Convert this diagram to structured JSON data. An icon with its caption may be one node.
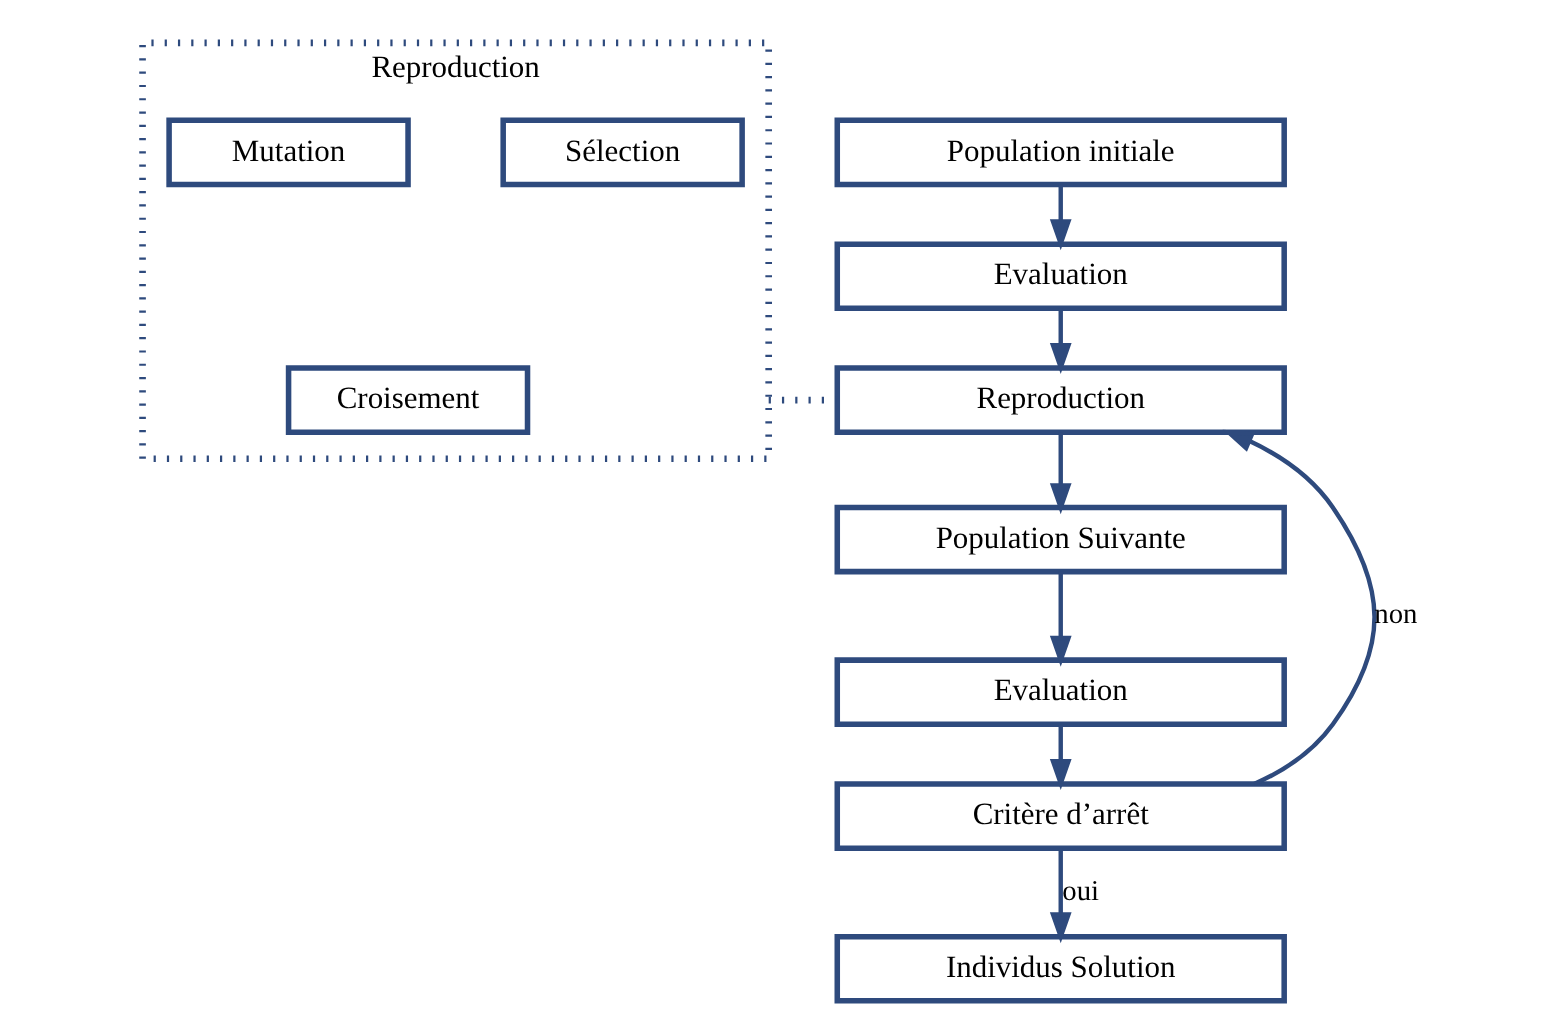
{
  "diagram": {
    "nodes": [
      {
        "text": [
          "Reproduction"
        ]
      },
      {
        "text": [
          "Sélection"
        ],
        "in": 0
      },
      {
        "text": [
          "Croisement"
        ],
        "in": 0
      },
      {
        "text": [
          "Mutation"
        ],
        "in": 0
      },
      {
        "text": [
          "Population initiale"
        ]
      },
      {
        "text": [
          "Evaluation"
        ]
      },
      {
        "text": [
          "Reproduction"
        ]
      },
      {
        "text": [
          "Population Suivante"
        ]
      },
      {
        "text": [
          "Evaluation"
        ]
      },
      {
        "text": [
          "Critère d’arrêt"
        ]
      },
      {
        "text": [
          "Individus Solution"
        ]
      }
    ],
    "edges": [
      {
        "from": 4,
        "to": 5,
        "arrow": "to"
      },
      {
        "from": 5,
        "to": 6,
        "arrow": "to"
      },
      {
        "from": 6,
        "to": 7,
        "arrow": "to"
      },
      {
        "from": 7,
        "to": 8,
        "arrow": "to"
      },
      {
        "from": 8,
        "to": 9,
        "arrow": "to"
      },
      {
        "from": 9,
        "to": 6,
        "arrow": "to",
        "label": "non"
      },
      {
        "from": 9,
        "to": 10,
        "arrow": "to",
        "label": "oui"
      },
      {
        "from": 0,
        "to": 6,
        "arrow": "none",
        "style": "dashed"
      }
    ]
  }
}
